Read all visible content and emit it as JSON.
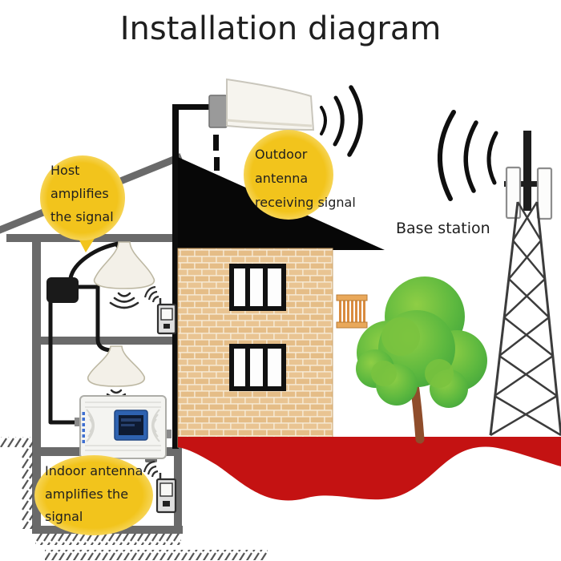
{
  "title": "Installation diagram",
  "labels": {
    "base_station": "Base station"
  },
  "callouts": {
    "host": {
      "lines": [
        "Host",
        "amplifies",
        "the signal"
      ]
    },
    "outdoor": {
      "lines": [
        "Outdoor",
        "antenna",
        "receiving signal"
      ]
    },
    "indoor": {
      "lines": [
        "Indoor antenna",
        "amplifies the",
        "signal"
      ]
    }
  },
  "colors": {
    "callout_yellow": "#F2C41C",
    "ground_red": "#C41212",
    "roof_black": "#070707",
    "wall_gray": "#6A6A6A",
    "brick_tan": "#E9C492",
    "tree_green_dark": "#3FA33C",
    "tree_green_light": "#8FCE45",
    "trunk_brown": "#8F4D2B",
    "fence_orange": "#E9A85A",
    "screen_blue": "#2E62B0"
  },
  "icons": {
    "outdoor-antenna-icon": "lpda-wedge",
    "indoor-antenna-icon": "ceiling-funnel",
    "repeater-icon": "white-box-blue-screen",
    "splitter-icon": "black-box",
    "phone-icon": "cellphone-glyph",
    "signal-waves-icon": "triple-arc",
    "base-station-tower-icon": "lattice-mast",
    "tree-icon": "blob-tree",
    "fence-icon": "orange-railing",
    "ground-hatch-icon": "diagonal-ticks"
  }
}
